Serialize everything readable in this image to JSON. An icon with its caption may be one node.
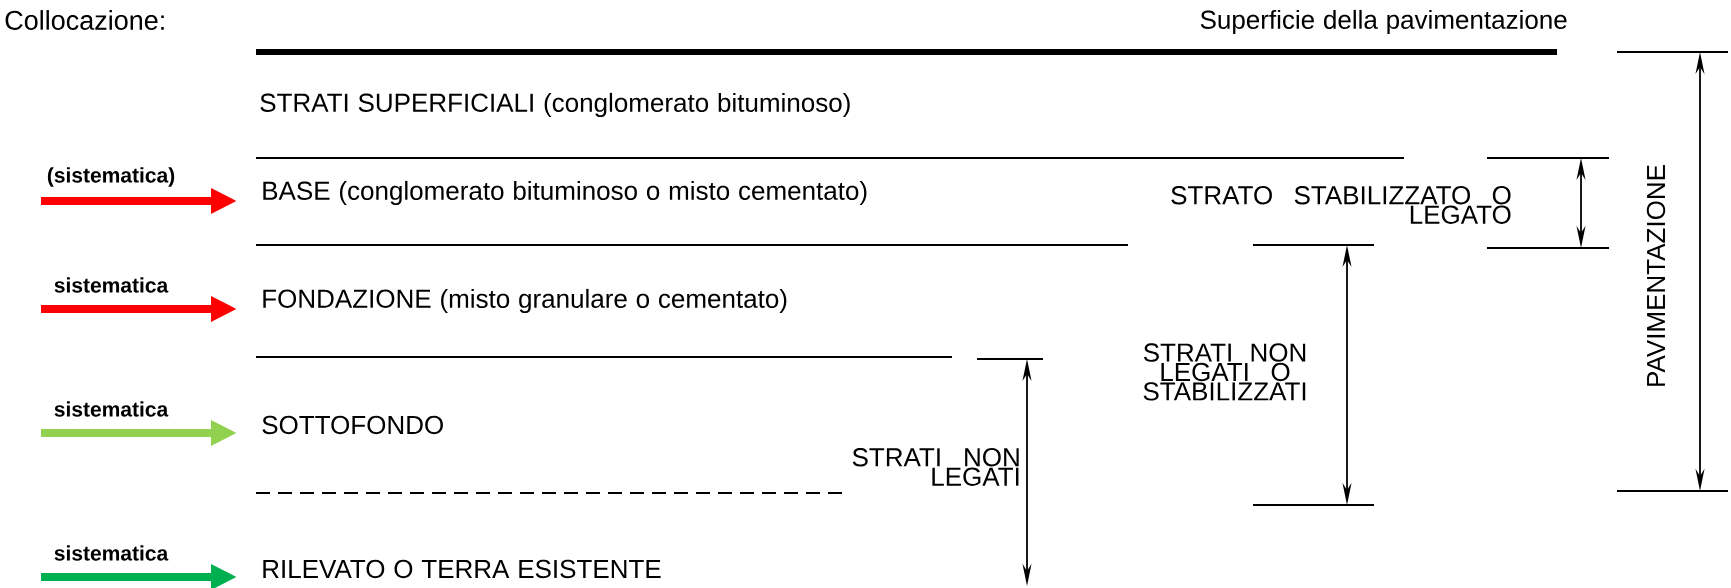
{
  "diagram": {
    "title": "Collocazione:",
    "nodes": [
      {
        "text": [
          "BASE (conglomerato bituminoso o misto cementato)"
        ]
      },
      {
        "text": [
          "FONDAZIONE (misto granulare o cementato)"
        ]
      },
      {
        "text": [
          "SOTTOFONDO"
        ]
      },
      {
        "text": [
          "RILEVATO O TERRA ESISTENTE"
        ]
      }
    ],
    "edges": [
      {
        "from": null,
        "to": 0,
        "arrow": "to",
        "label": "(sistematica)",
        "color": "#ff0000"
      },
      {
        "from": null,
        "to": 1,
        "arrow": "to",
        "label": "sistematica",
        "color": "#ff0000"
      },
      {
        "from": null,
        "to": 2,
        "arrow": "to",
        "label": "sistematica",
        "color": "#92d050"
      },
      {
        "from": null,
        "to": 3,
        "arrow": "to",
        "label": "sistematica",
        "color": "#00b050"
      }
    ],
    "labels": [
      "Superficie della pavimentazione",
      "STRATI SUPERFICIALI (conglomerato bituminoso)",
      "STRATO STABILIZZATO O LEGATO",
      "PAVIMENTAZIONE",
      "STRATI NON LEGATI O STABILIZZATI",
      "STRATI NON LEGATI"
    ]
  }
}
